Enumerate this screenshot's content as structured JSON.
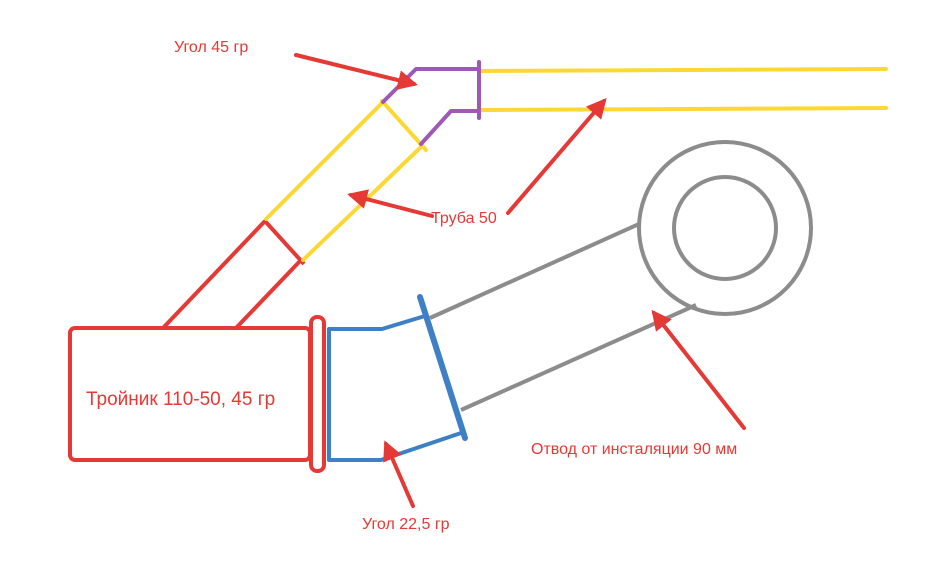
{
  "labels": {
    "angle_45": "Угол 45 гр",
    "pipe_50": "Труба 50",
    "tee": "Тройник 110-50, 45 гр",
    "outlet": "Отвод от инсталяции 90 мм",
    "angle_22_5": "Угол 22,5 гр"
  },
  "colors": {
    "label_text": "#e53935",
    "tee": "#e53935",
    "arrow": "#e53935",
    "pipe_50": "#fdd835",
    "elbow_45": "#9c59b6",
    "elbow_22_5": "#3f7fc5",
    "outlet": "#8c8c8c"
  }
}
